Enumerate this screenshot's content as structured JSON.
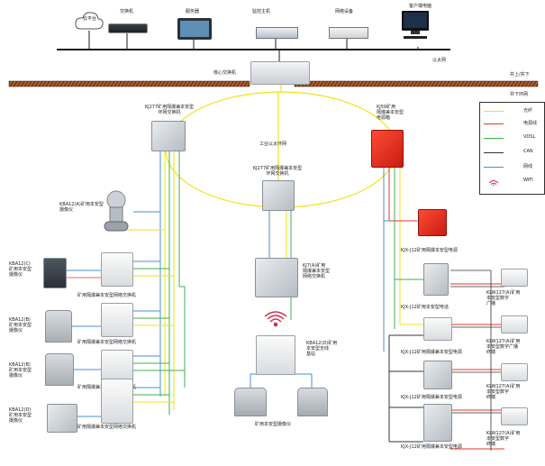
{
  "top_devices": {
    "cloud": "云平台",
    "switch_label": "交换机",
    "server_label": "服务器",
    "monitor_label": "监控主机",
    "network_label": "网络设备",
    "pc_label": "客户端电脑"
  },
  "ethernet_label": "以太网",
  "ground_label": "井上/井下",
  "underground_label": "井下环网",
  "core_switch_label": "核心交换机",
  "ring_label": "工业以太环网",
  "node_left_label": "KJ277矿用隔爆兼本安型\n环网交换机",
  "node_center_label": "KJ277矿用隔爆兼本安型\n环网交换机",
  "node_right_label": "KJ59矿用\n隔爆兼本安型\n电源箱",
  "left_cameras": [
    "KBA12(A)矿用本安型\n摄像仪",
    "KBA12(C)\n矿用本安型\n摄像仪",
    "KBA12(B)\n矿用本安型\n摄像仪",
    "KBA12(B)\n矿用本安型\n摄像仪",
    "KBA12(D)\n矿用本安型\n摄像仪"
  ],
  "left_chassis_label": "矿用隔爆兼本安型网络交换机",
  "center_device_label": "KJ7(A)矿用\n隔爆兼本安型\n网络交换机",
  "wifi_device_label": "KBA12(D)矿用\n本安型无线\n基站",
  "bottom_cameras_label": "矿用本安型摄像仪",
  "right_devices": [
    "KJX-J12矿用本安型电话",
    "KJX-J12矿用隔爆本安型电源",
    "KJX-J12矿用隔爆兼本安型电源",
    "KJX-J12矿用隔爆兼本安型电源",
    "KJX-J12矿用隔爆兼本安型电源"
  ],
  "far_right_devices": [
    "KLW127(A)矿用\n本安型数字\n广播",
    "KLW127(A)矿用\n本安型数字广播\n终端",
    "KLW127(A)矿用\n本安型数字\n终端",
    "KLW127(A)矿用\n本安型数字\n终端"
  ],
  "legend": {
    "items": [
      {
        "label": "光纤",
        "color": "#f2e21a"
      },
      {
        "label": "电源线",
        "color": "#e8352a"
      },
      {
        "label": "VDSL",
        "color": "#3cb24a"
      },
      {
        "label": "CAN",
        "color": "#333333"
      },
      {
        "label": "网线",
        "color": "#4a8fd0"
      },
      {
        "label": "WIFI",
        "color": "#d22d4a"
      }
    ]
  },
  "colors": {
    "fiber": "#f2e21a",
    "power": "#e8352a",
    "vdsl": "#3cb24a",
    "can": "#333333",
    "net": "#4a8fd0",
    "wifi": "#d22d4a"
  }
}
